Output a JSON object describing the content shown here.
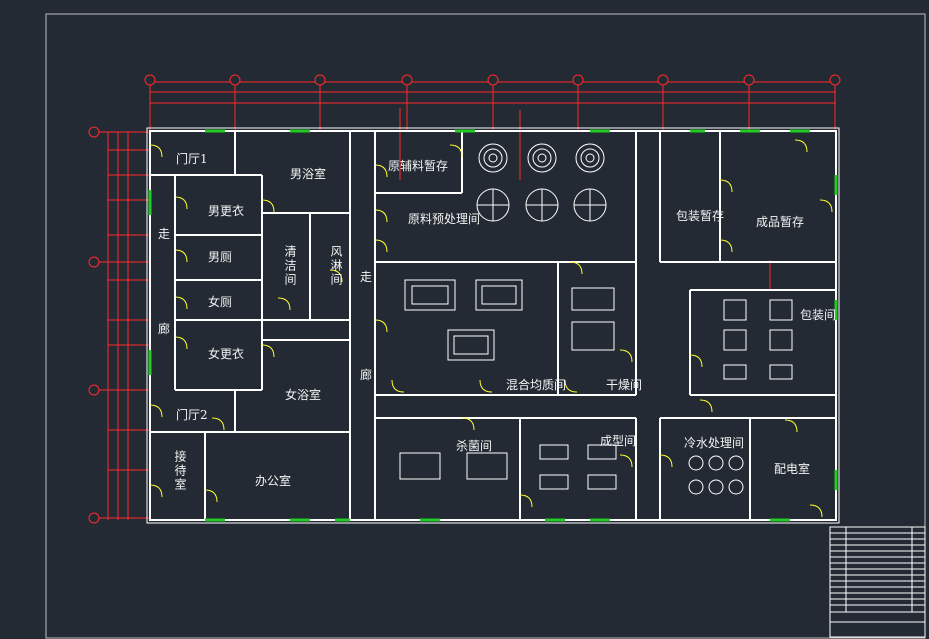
{
  "drawing": {
    "colors": {
      "background": "#232a33",
      "wall": "#ffffff",
      "dimension": "#ff2a2a",
      "door": "#ffff33",
      "window": "#22cc22"
    },
    "rooms": {
      "lobby1": "门厅1",
      "male_shower": "男浴室",
      "male_locker": "男更衣",
      "male_toilet": "男厕",
      "female_toilet": "女厕",
      "female_locker": "女更衣",
      "female_shower": "女浴室",
      "lobby2": "门厅2",
      "reception": "接待室",
      "office": "办公室",
      "corridor_left_top": "走",
      "corridor_left_bottom": "廊",
      "clean_room": "清洁间",
      "air_shower": "风淋间",
      "corridor_mid_top": "走",
      "corridor_mid_bottom": "廊",
      "raw_storage": "原辅料暂存",
      "raw_pretreat": "原料预处理间",
      "mixing_room": "混合均质间",
      "drying_room": "干燥间",
      "sterilize_room": "杀菌间",
      "cooling_room": "成型间",
      "packaging_storage": "包装暂存",
      "finished_storage": "成品暂存",
      "packaging_room": "包装间",
      "cold_water_room": "冷水处理间",
      "power_room": "配电室"
    },
    "title_block_rows": 14
  }
}
